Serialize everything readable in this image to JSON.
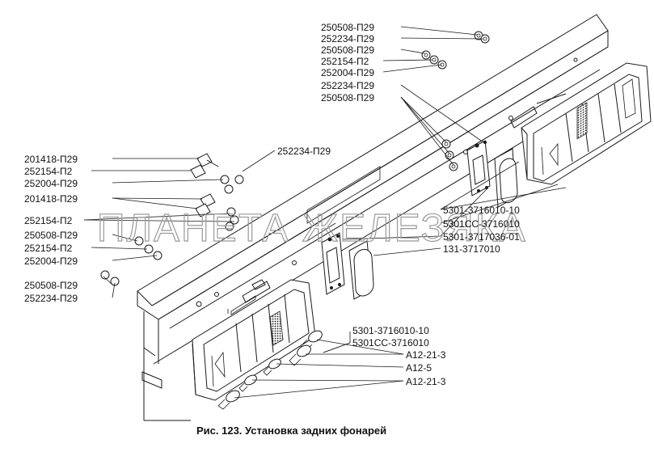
{
  "caption": "Рис. 123. Установка задних фонарей",
  "watermark": "ПЛАНЕТА ЖЕЛЕЗЯКА",
  "labels": {
    "top_nut_1": "250508-П29",
    "top_washer_1": "252234-П29",
    "top_nut_2": "250508-П29",
    "top_washer_2": "252154-П2",
    "top_washer_3": "252004-П29",
    "mid_washer": "252234-П29",
    "mid_nut": "250508-П29",
    "left_bolt_1": "201418-П29",
    "left_washer_1": "252154-П2",
    "left_washer_2": "252004-П29",
    "left_bolt_2": "201418-П29",
    "right_washer_top": "252234-П29",
    "left_washer_3": "252154-П2",
    "left_nut_1": "250508-П29",
    "left_washer_4": "252154-П2",
    "left_washer_5": "252004-П29",
    "left_nut_2": "250508-П29",
    "left_washer_6": "252234-П29",
    "lamp_r_a": "5301-3716010-10",
    "lamp_r_b": "5301СС-3716010",
    "lamp_r_c": "5301-3717036-01",
    "plate_lamp": "131-3717010",
    "lamp_l_a": "5301-3716010-10",
    "lamp_l_b": "5301СС-3716010",
    "bulb_1": "А12-21-3",
    "bulb_2": "А12-5",
    "bulb_3": "А12-21-3"
  }
}
